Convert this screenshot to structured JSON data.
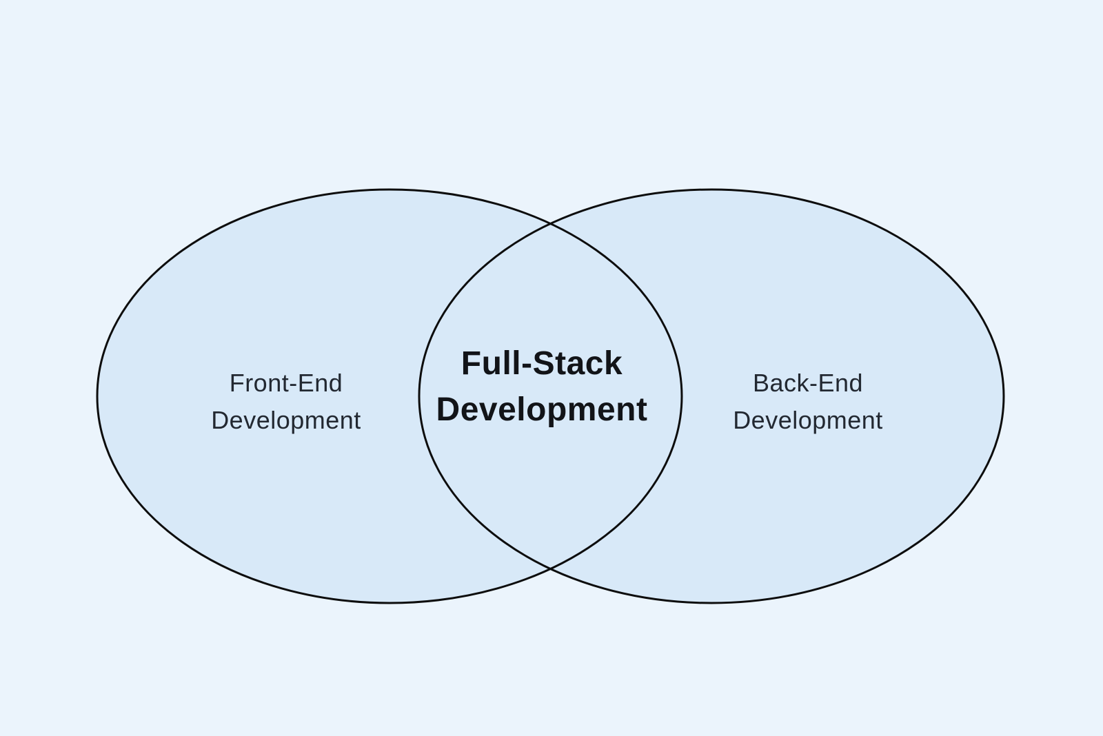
{
  "diagram": {
    "type": "venn",
    "title": "",
    "colors": {
      "background": "#ebf4fc",
      "circle_fill": "#d8e9f8",
      "outline": "#0d0d0d",
      "side_text": "#222831",
      "center_text": "#121418"
    },
    "left_set": {
      "label": "Front-End Development",
      "line1": "Front-End",
      "line2": "Development"
    },
    "intersection": {
      "label": "Full-Stack Development",
      "line1": "Full-Stack",
      "line2": "Development"
    },
    "right_set": {
      "label": "Back-End Development",
      "line1": "Back-End",
      "line2": "Development"
    }
  }
}
